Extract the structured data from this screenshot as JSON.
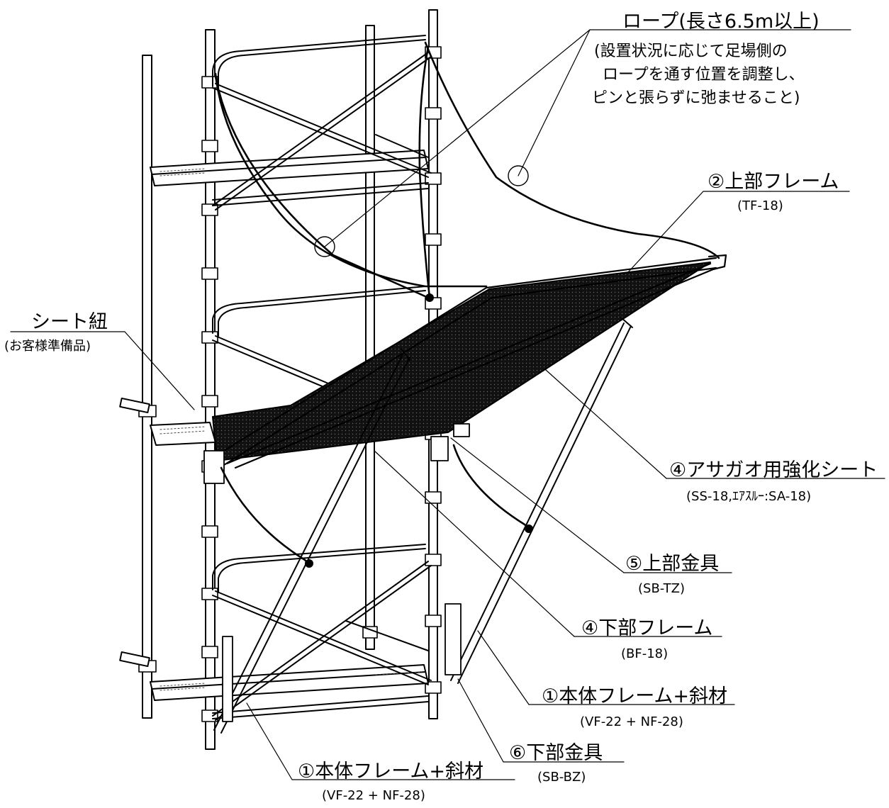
{
  "labels": {
    "rope": {
      "title": "ロープ(長さ6.5m以上)",
      "note_lines": [
        "(設置状況に応じて足場側の",
        "ロープを通す位置を調整し、",
        "ピンと張らずに弛ませること)"
      ]
    },
    "upper_frame": {
      "title": "②上部フレーム",
      "code": "(TF-18)"
    },
    "sheet_string": {
      "title": "シート紐",
      "note": "(お客様準備品)"
    },
    "reinforced_sheet": {
      "title": "④アサガオ用強化シート",
      "code": "(SS-18,ｴｱｽﾙｰ:SA-18)"
    },
    "upper_bracket": {
      "title": "⑤上部金具",
      "code": "(SB-TZ)"
    },
    "lower_frame": {
      "title": "④下部フレーム",
      "code": "(BF-18)"
    },
    "body_frame_right": {
      "title": "①本体フレーム+斜材",
      "code": "(VF-22 + NF-28)"
    },
    "lower_bracket": {
      "title": "⑥下部金具",
      "code": "(SB-BZ)"
    },
    "body_frame_bottom": {
      "title": "①本体フレーム+斜材",
      "code": "(VF-22 + NF-28)"
    }
  }
}
